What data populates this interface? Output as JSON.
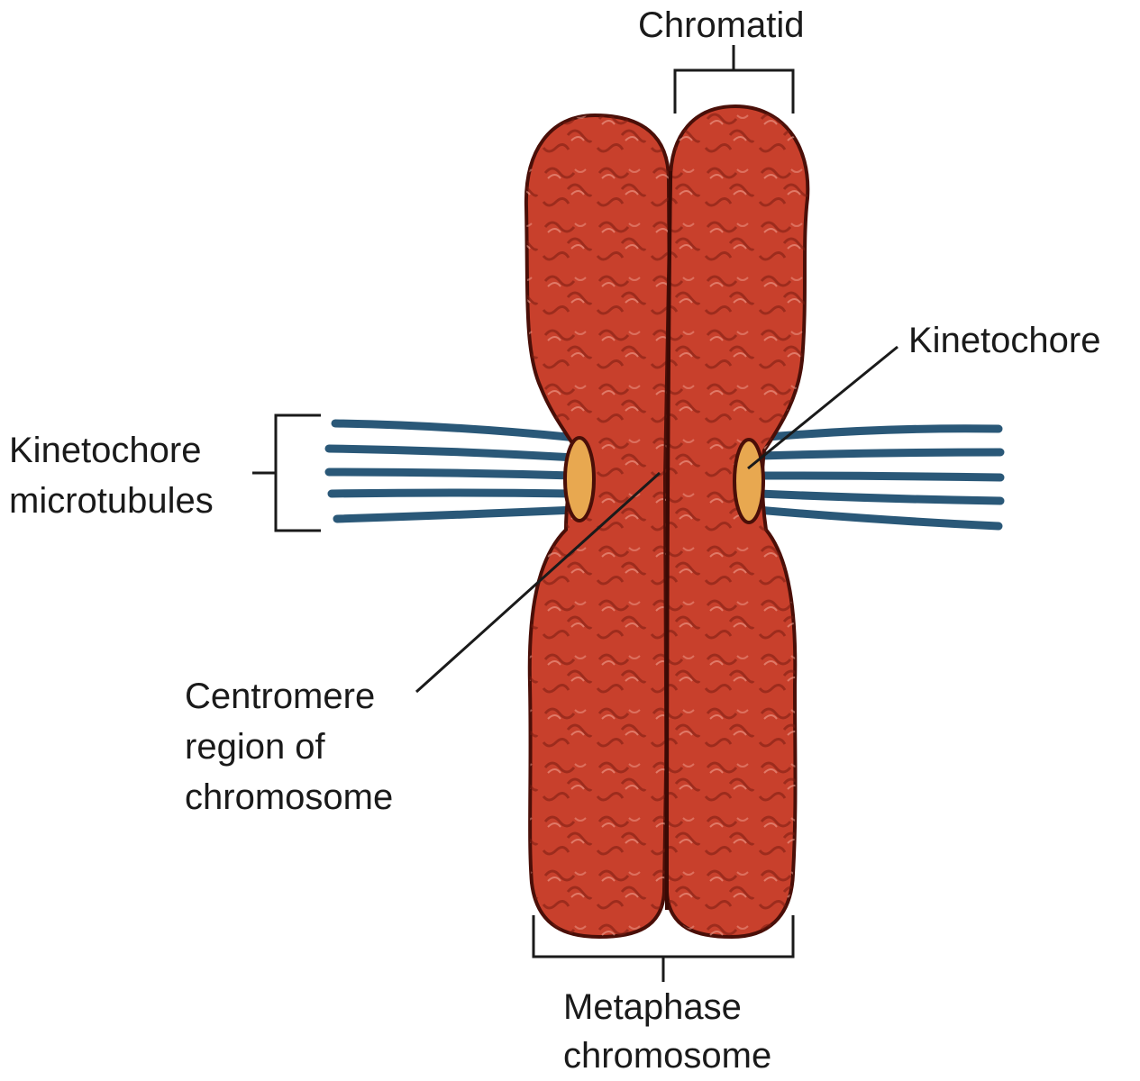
{
  "labels": {
    "chromatid": "Chromatid",
    "kinetochore": "Kinetochore",
    "kinetochore_microtubules": [
      "Kinetochore",
      "microtubules"
    ],
    "centromere_region": [
      "Centromere",
      "region of",
      "chromosome"
    ],
    "metaphase_chromosome": [
      "Metaphase",
      "chromosome"
    ]
  },
  "colors": {
    "chromatid_fill": "#c8402c",
    "chromatid_outline": "#4a0f08",
    "kinetochore_fill": "#e8a850",
    "microtubule": "#2a5878",
    "leader_line": "#1a1a1a"
  }
}
